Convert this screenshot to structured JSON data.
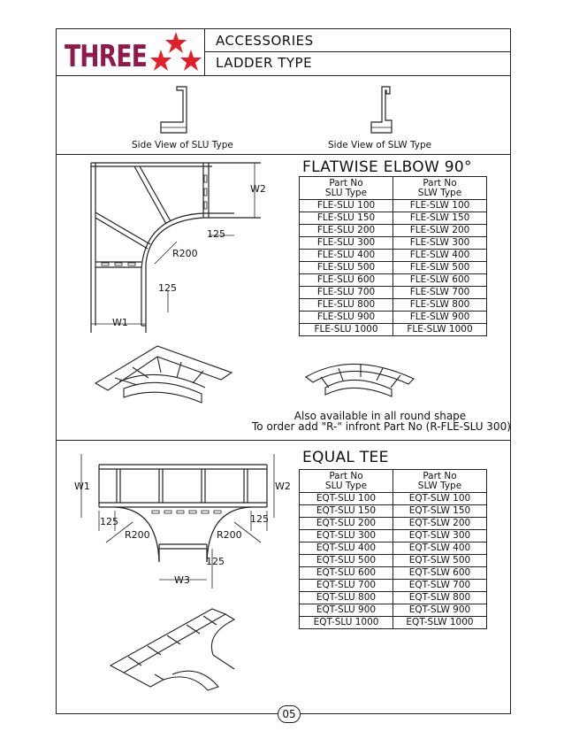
{
  "header": {
    "logo_text": "THREE",
    "title_line1": "ACCESSORIES",
    "title_line2": "LADDER TYPE"
  },
  "side_views": {
    "slu_caption": "Side View of SLU Type",
    "slw_caption": "Side View of SLW Type"
  },
  "flatwise_elbow": {
    "title": "FLATWISE ELBOW 90°",
    "dims": {
      "w1": "W1",
      "w2": "W2",
      "d125a": "125",
      "d125b": "125",
      "r200": "R200"
    },
    "table_header": [
      "Part No\nSLU Type",
      "Part No\nSLW Type"
    ],
    "rows": [
      [
        "FLE-SLU 100",
        "FLE-SLW 100"
      ],
      [
        "FLE-SLU 150",
        "FLE-SLW 150"
      ],
      [
        "FLE-SLU 200",
        "FLE-SLW 200"
      ],
      [
        "FLE-SLU 300",
        "FLE-SLW 300"
      ],
      [
        "FLE-SLU 400",
        "FLE-SLW 400"
      ],
      [
        "FLE-SLU 500",
        "FLE-SLW 500"
      ],
      [
        "FLE-SLU 600",
        "FLE-SLW 600"
      ],
      [
        "FLE-SLU 700",
        "FLE-SLW 700"
      ],
      [
        "FLE-SLU 800",
        "FLE-SLW 800"
      ],
      [
        "FLE-SLU 900",
        "FLE-SLW 900"
      ],
      [
        "FLE-SLU 1000",
        "FLE-SLW 1000"
      ]
    ],
    "note_line1": "Also available in all round shape",
    "note_line2": "To order add \"R-\" infront Part No (R-FLE-SLU 300)"
  },
  "equal_tee": {
    "title": "EQUAL TEE",
    "dims": {
      "w1": "W1",
      "w2": "W2",
      "w3": "W3",
      "d125l": "125",
      "d125r": "125",
      "d125b": "125",
      "r200l": "R200",
      "r200r": "R200"
    },
    "table_header": [
      "Part No\nSLU Type",
      "Part No\nSLW Type"
    ],
    "rows": [
      [
        "EQT-SLU 100",
        "EQT-SLW 100"
      ],
      [
        "EQT-SLU 150",
        "EQT-SLW 150"
      ],
      [
        "EQT-SLU 200",
        "EQT-SLW 200"
      ],
      [
        "EQT-SLU 300",
        "EQT-SLW 300"
      ],
      [
        "EQT-SLU 400",
        "EQT-SLW 400"
      ],
      [
        "EQT-SLU 500",
        "EQT-SLW 500"
      ],
      [
        "EQT-SLU 600",
        "EQT-SLW 600"
      ],
      [
        "EQT-SLU 700",
        "EQT-SLW 700"
      ],
      [
        "EQT-SLU 800",
        "EQT-SLW 800"
      ],
      [
        "EQT-SLU 900",
        "EQT-SLW 900"
      ],
      [
        "EQT-SLU 1000",
        "EQT-SLW 1000"
      ]
    ]
  },
  "footer": {
    "page_number": "05"
  },
  "colors": {
    "logo": "#8f1a4c",
    "stars": "#e0202a",
    "line": "#222222"
  }
}
